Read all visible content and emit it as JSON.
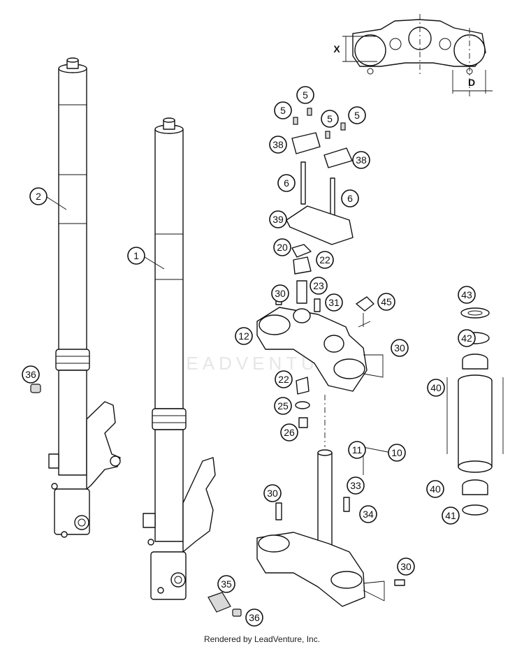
{
  "diagram": {
    "callouts": [
      "2",
      "1",
      "36",
      "5",
      "5",
      "5",
      "5",
      "38",
      "38",
      "6",
      "6",
      "39",
      "20",
      "22",
      "23",
      "30",
      "31",
      "45",
      "12",
      "30",
      "22",
      "25",
      "26",
      "11",
      "10",
      "30",
      "33",
      "34",
      "30",
      "35",
      "36",
      "43",
      "42",
      "40",
      "40",
      "41"
    ],
    "dimension_labels": {
      "x": "X",
      "d": "D"
    }
  },
  "watermark": "LEADVENTURE",
  "footer": "Rendered by LeadVenture, Inc."
}
